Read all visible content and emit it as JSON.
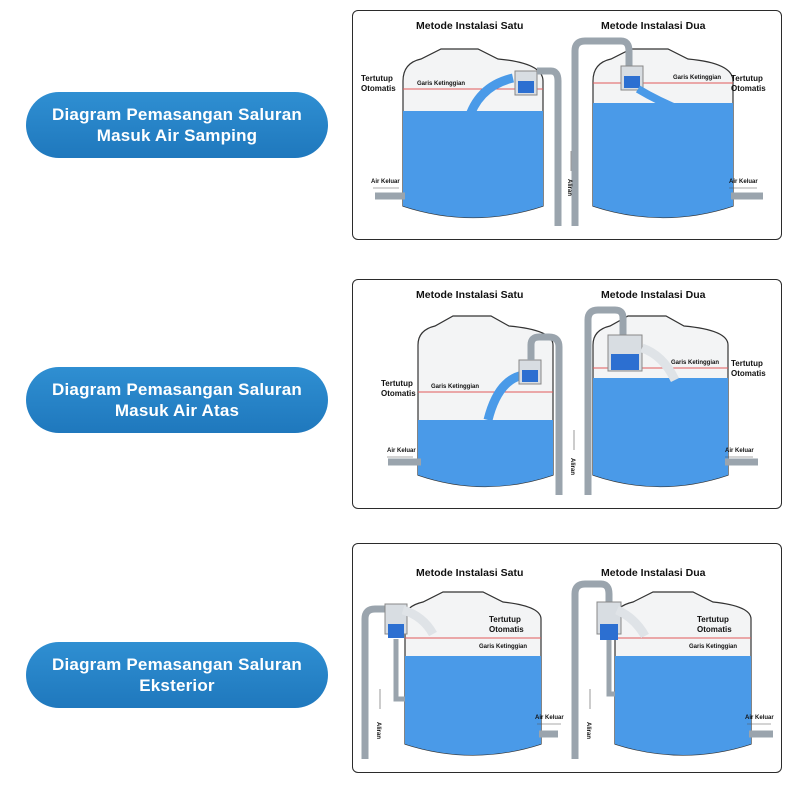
{
  "rows": [
    {
      "heading": {
        "line1": "Diagram Pemasangan Saluran",
        "line2": "Masuk Air Samping"
      },
      "method_one": "Metode Instalasi Satu",
      "method_two": "Metode Instalasi Dua",
      "auto_close": {
        "line1": "Tertutup",
        "line2": "Otomatis"
      },
      "level_line": "Garis Ketinggian",
      "outflow": "Air Keluar",
      "flow": "Aliran"
    },
    {
      "heading": {
        "line1": "Diagram Pemasangan Saluran",
        "line2": "Masuk Air Atas"
      },
      "method_one": "Metode Instalasi Satu",
      "method_two": "Metode Instalasi Dua",
      "auto_close": {
        "line1": "Tertutup",
        "line2": "Otomatis"
      },
      "level_line": "Garis Ketinggian",
      "outflow": "Air Keluar",
      "flow": "Aliran"
    },
    {
      "heading": {
        "line1": "Diagram Pemasangan Saluran",
        "line2": "Eksterior"
      },
      "method_one": "Metode Instalasi Satu",
      "method_two": "Metode Instalasi Dua",
      "auto_close": {
        "line1": "Tertutup",
        "line2": "Otomatis"
      },
      "level_line": "Garis Ketinggian",
      "outflow": "Air Keluar",
      "flow": "Aliran"
    }
  ],
  "colors": {
    "pill": "#1f78bd",
    "water": "#4a9ae8",
    "level_line": "#e05a5a",
    "pipe": "#9aa4ad",
    "valve": "#2c6fd1"
  }
}
